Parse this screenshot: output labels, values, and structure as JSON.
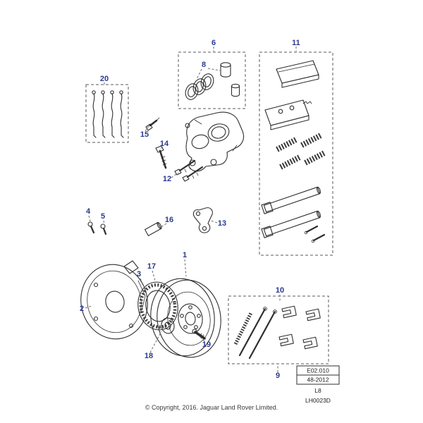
{
  "callouts": {
    "c1": "1",
    "c2": "2",
    "c3": "3",
    "c4": "4",
    "c5": "5",
    "c6": "6",
    "c8": "8",
    "c9": "9",
    "c10": "10",
    "c11": "11",
    "c12": "12",
    "c13": "13",
    "c14": "14",
    "c15": "15",
    "c16": "16",
    "c17": "17",
    "c18": "18",
    "c19": "19",
    "c20": "20"
  },
  "info_box": {
    "figure": "E02.010",
    "date": "48-2012",
    "model": "L8",
    "sheet": "LH0023D"
  },
  "page": {
    "copyright": "© Copyright, 2016. Jaguar Land Rover Limited."
  },
  "colors": {
    "callout_blue": "#2b3990",
    "line_art": "#2f2f2f",
    "leader_gray": "#6a6a6a",
    "background": "#ffffff"
  }
}
